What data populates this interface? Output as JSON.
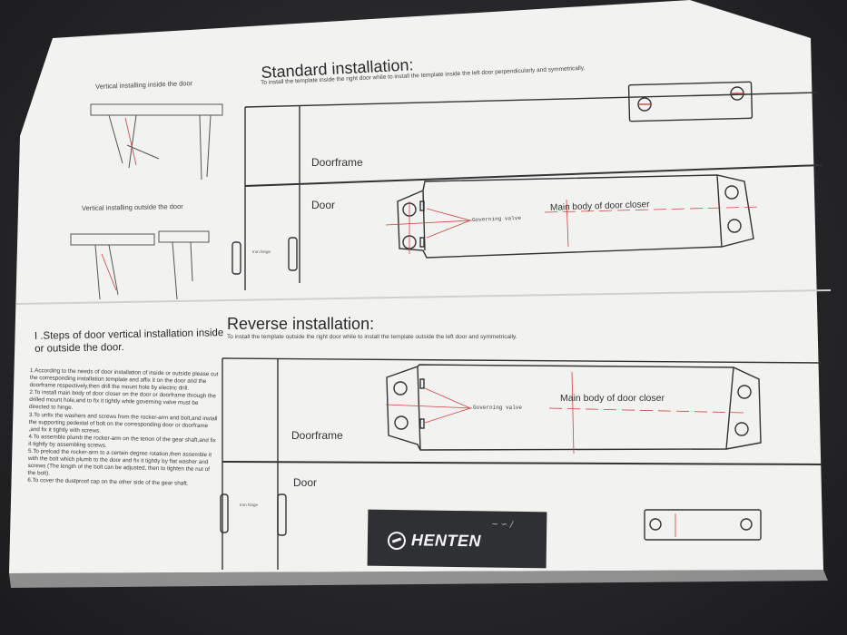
{
  "left_panel": {
    "vertical_inside_title": "Vertical installing inside the door",
    "vertical_outside_title": "Vertical installing outside the door",
    "steps_heading": "I .Steps of door vertical installation inside or outside the door.",
    "steps": [
      "1.According to the needs of door installation of inside or outside please cut the corresponding installation template and affix it on the door and the doorframe respectively,then drill the mount hole by electric drill.",
      "2.To install main body of door closer on the door or doorframe through the drilled mount hole,and to fix it tightly while governing valve must be directed to hinge.",
      "3.To unfix the washers and screws from the rocker-arm and bolt,and install the supporting pedestal of bolt on the corresponding door or doorframe ,and fix it tightly with screws.",
      "4.To assemble plumb the rocker-arm on the tenon of the gear shaft,and fix it tightly by assembling screws.",
      "5.To preload the rocker-arm to a certain degree rotation,then assemble it with the bolt which plumb to the door and fix it tightly by flat washer and screws (The length of the bolt can be adjusted, then to tighten the nut of the bolt).",
      "6.To cover the dustproof cap on the other side of the gear shaft."
    ]
  },
  "standard": {
    "title": "Standard installation:",
    "subtitle": "To install the template inside the right door while to install the template inside the left door perpendicularly and symmetrically.",
    "doorframe_label": "Doorframe",
    "door_label": "Door",
    "main_body_label": "Main body of door closer",
    "governing_valve_label": "Governing valve",
    "iron_hinge_label": "Iron hinge"
  },
  "reverse": {
    "title": "Reverse installation:",
    "subtitle": "To install the template outside the right door while to install the template outside the left door  and symmetrically.",
    "doorframe_label": "Doorframe",
    "door_label": "Door",
    "main_body_label": "Main body of door closer",
    "governing_valve_label": "Governing valve",
    "iron_hinge_label": "Iron hinge"
  },
  "brand": {
    "name": "HENTEN"
  },
  "colors": {
    "paper": "#f1f1ef",
    "ink": "#2a2a2a",
    "red_guide": "#d24040",
    "logo_bg": "#2f3034"
  }
}
